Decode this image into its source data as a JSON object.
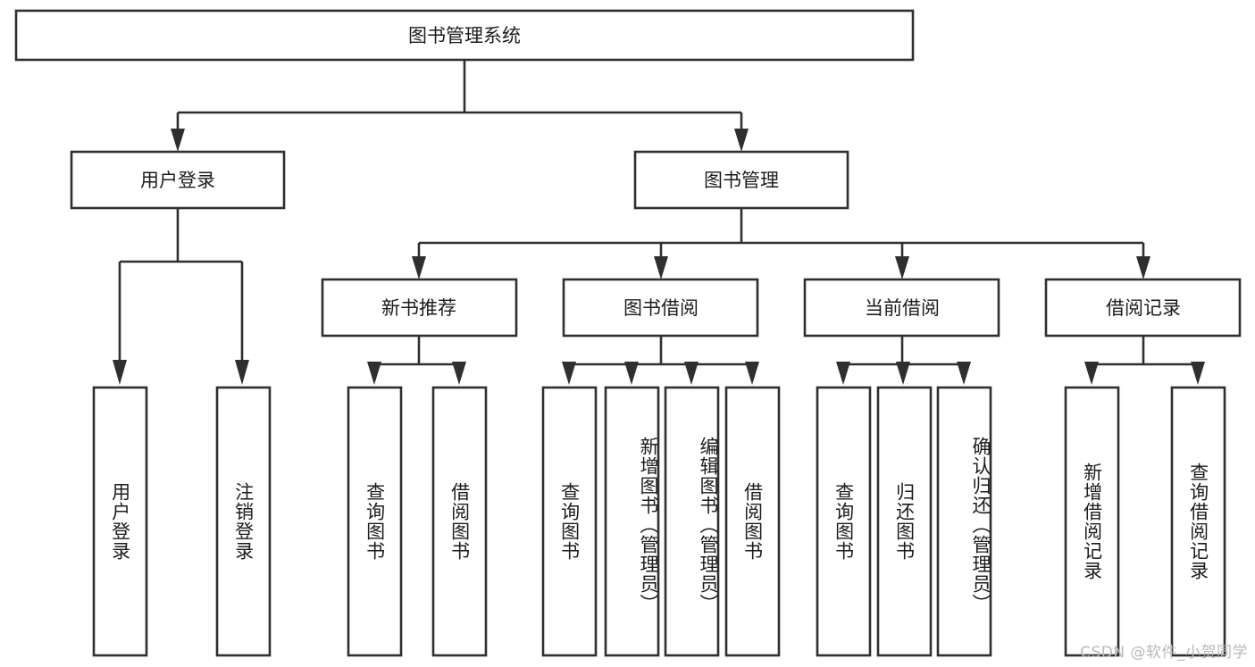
{
  "diagram": {
    "type": "tree-hierarchy",
    "title": "图书管理系统",
    "watermark": "CSDN @软件_小贺同学",
    "colors": {
      "stroke": "#2f2f2f",
      "box_fill": "#ffffff",
      "text": "#1c1c1c",
      "background": "#ffffff",
      "watermark": "#b9b9b9"
    },
    "root": {
      "label": "图书管理系统",
      "level": 1
    },
    "level2": [
      {
        "label": "用户登录"
      },
      {
        "label": "图书管理"
      }
    ],
    "level3": [
      {
        "label": "新书推荐"
      },
      {
        "label": "图书借阅"
      },
      {
        "label": "当前借阅"
      },
      {
        "label": "借阅记录"
      }
    ],
    "leaves": {
      "user_login": [
        {
          "label": "用户登录"
        },
        {
          "label": "注销登录"
        }
      ],
      "new_book_recommend": [
        {
          "label": "查询图书"
        },
        {
          "label": "借阅图书"
        }
      ],
      "book_borrow": [
        {
          "label": "查询图书"
        },
        {
          "label": "新增图书（管理员）"
        },
        {
          "label": "编辑图书（管理员）"
        },
        {
          "label": "借阅图书"
        }
      ],
      "current_borrow": [
        {
          "label": "查询图书"
        },
        {
          "label": "归还图书"
        },
        {
          "label": "确认归还（管理员）"
        }
      ],
      "borrow_record": [
        {
          "label": "新增借阅记录"
        },
        {
          "label": "查询借阅记录"
        }
      ]
    }
  }
}
